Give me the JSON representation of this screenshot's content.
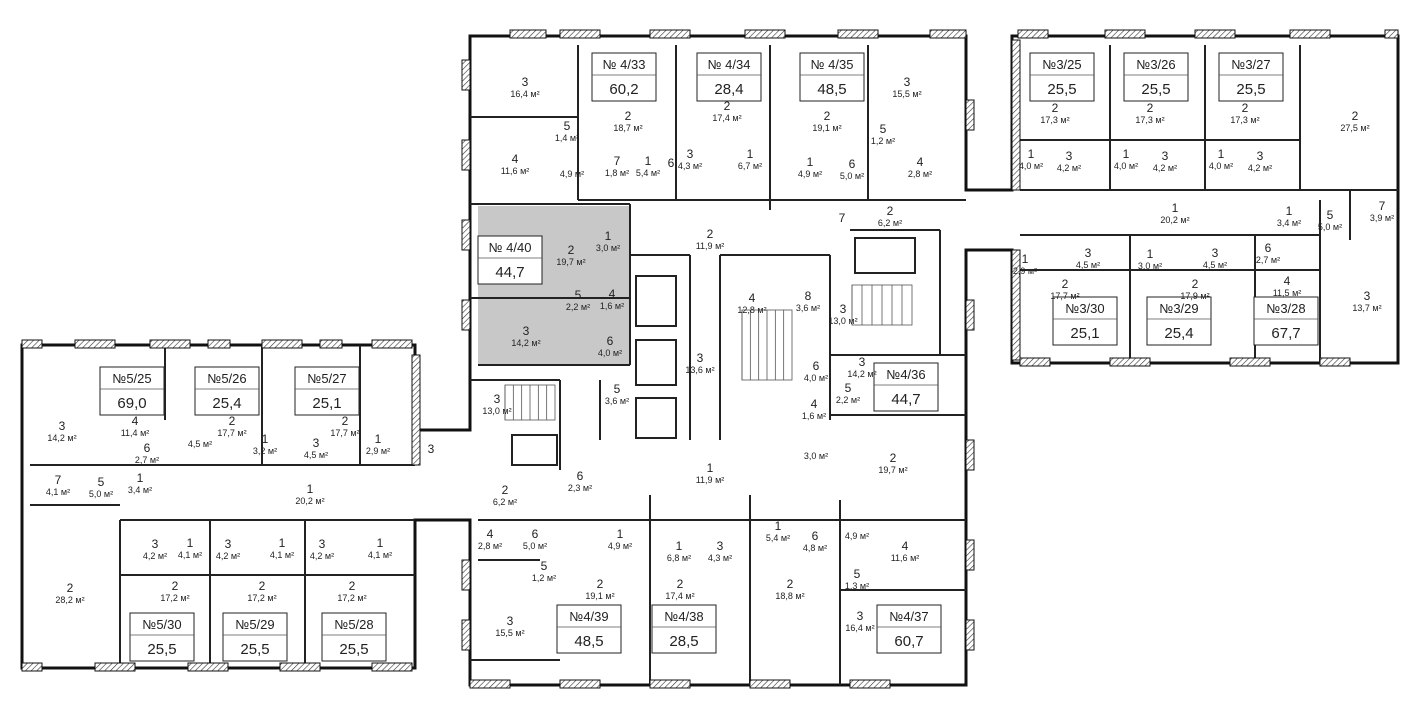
{
  "colors": {
    "highlight": "#c8c8c8",
    "walls": "#111111",
    "background": "#ffffff"
  },
  "apartments": [
    {
      "number": "№ 4/33",
      "area": "60,2"
    },
    {
      "number": "№ 4/34",
      "area": "28,4"
    },
    {
      "number": "№ 4/35",
      "area": "48,5"
    },
    {
      "number": "№ 4/40",
      "area": "44,7",
      "highlighted": true
    },
    {
      "number": "№4/36",
      "area": "44,7"
    },
    {
      "number": "№4/39",
      "area": "48,5"
    },
    {
      "number": "№4/38",
      "area": "28,5"
    },
    {
      "number": "№4/37",
      "area": "60,7"
    },
    {
      "number": "№5/25",
      "area": "69,0"
    },
    {
      "number": "№5/26",
      "area": "25,4"
    },
    {
      "number": "№5/27",
      "area": "25,1"
    },
    {
      "number": "№5/30",
      "area": "25,5"
    },
    {
      "number": "№5/29",
      "area": "25,5"
    },
    {
      "number": "№5/28",
      "area": "25,5"
    },
    {
      "number": "№3/25",
      "area": "25,5"
    },
    {
      "number": "№3/26",
      "area": "25,5"
    },
    {
      "number": "№3/27",
      "area": "25,5"
    },
    {
      "number": "№3/30",
      "area": "25,1"
    },
    {
      "number": "№3/29",
      "area": "25,4"
    },
    {
      "number": "№3/28",
      "area": "67,7"
    }
  ],
  "rooms": [
    {
      "n": "3",
      "area": "16,4 м²"
    },
    {
      "n": "4",
      "area": "11,6 м²"
    },
    {
      "n": "5",
      "area": "1,4 м²"
    },
    {
      "n": "2",
      "area": "18,7 м²"
    },
    {
      "n": "",
      "area": "4,9 м²"
    },
    {
      "n": "7",
      "area": "1,8 м²"
    },
    {
      "n": "1",
      "area": "5,4 м²"
    },
    {
      "n": "6",
      "area": ""
    },
    {
      "n": "2",
      "area": "17,4 м²"
    },
    {
      "n": "3",
      "area": "4,3 м²"
    },
    {
      "n": "1",
      "area": "6,7 м²"
    },
    {
      "n": "2",
      "area": "19,1 м²"
    },
    {
      "n": "1",
      "area": "4,9 м²"
    },
    {
      "n": "6",
      "area": "5,0 м²"
    },
    {
      "n": "3",
      "area": "15,5 м²"
    },
    {
      "n": "5",
      "area": "1,2 м²"
    },
    {
      "n": "4",
      "area": "2,8 м²"
    },
    {
      "n": "7",
      "area": ""
    },
    {
      "n": "2",
      "area": "6,2 м²"
    },
    {
      "n": "2",
      "area": "11,9 м²"
    },
    {
      "n": "2",
      "area": "19,7 м²"
    },
    {
      "n": "1",
      "area": "3,0 м²"
    },
    {
      "n": "5",
      "area": "2,2 м²"
    },
    {
      "n": "4",
      "area": "1,6 м²"
    },
    {
      "n": "3",
      "area": "14,2 м²"
    },
    {
      "n": "6",
      "area": "4,0 м²"
    },
    {
      "n": "4",
      "area": "12,8 м²"
    },
    {
      "n": "8",
      "area": "3,6 м²"
    },
    {
      "n": "3",
      "area": "13,0 м²"
    },
    {
      "n": "3",
      "area": "13,6 м²"
    },
    {
      "n": "6",
      "area": "4,0 м²"
    },
    {
      "n": "5",
      "area": "2,2 м²"
    },
    {
      "n": "4",
      "area": "1,6 м²"
    },
    {
      "n": "3",
      "area": "14,2 м²"
    },
    {
      "n": "",
      "area": "3,0 м²"
    },
    {
      "n": "2",
      "area": "19,7 м²"
    },
    {
      "n": "3",
      "area": "13,0 м²"
    },
    {
      "n": "5",
      "area": "3,6 м²"
    },
    {
      "n": "1",
      "area": "11,9 м²"
    },
    {
      "n": "2",
      "area": "6,2 м²"
    },
    {
      "n": "6",
      "area": "2,3 м²"
    },
    {
      "n": "4",
      "area": "2,8 м²"
    },
    {
      "n": "5",
      "area": "1,2 м²"
    },
    {
      "n": "6",
      "area": "5,0 м²"
    },
    {
      "n": "1",
      "area": "4,9 м²"
    },
    {
      "n": "2",
      "area": "19,1 м²"
    },
    {
      "n": "3",
      "area": "15,5 м²"
    },
    {
      "n": "1",
      "area": "6,8 м²"
    },
    {
      "n": "2",
      "area": "17,4 м²"
    },
    {
      "n": "3",
      "area": "4,3 м²"
    },
    {
      "n": "1",
      "area": "5,4 м²"
    },
    {
      "n": "6",
      "area": "4,8 м²"
    },
    {
      "n": "",
      "area": "4,9 м²"
    },
    {
      "n": "4",
      "area": "11,6 м²"
    },
    {
      "n": "5",
      "area": "1,3 м²"
    },
    {
      "n": "2",
      "area": "18,8 м²"
    },
    {
      "n": "3",
      "area": "16,4 м²"
    },
    {
      "n": "3",
      "area": "14,2 м²"
    },
    {
      "n": "4",
      "area": "11,4 м²"
    },
    {
      "n": "6",
      "area": "2,7 м²"
    },
    {
      "n": "2",
      "area": "17,7 м²"
    },
    {
      "n": "",
      "area": "4,5 м²"
    },
    {
      "n": "1",
      "area": "3,2 м²"
    },
    {
      "n": "2",
      "area": "17,7 м²"
    },
    {
      "n": "3",
      "area": "4,5 м²"
    },
    {
      "n": "1",
      "area": "2,9 м²"
    },
    {
      "n": "3",
      "area": ""
    },
    {
      "n": "7",
      "area": "4,1 м²"
    },
    {
      "n": "5",
      "area": "5,0 м²"
    },
    {
      "n": "1",
      "area": "3,4 м²"
    },
    {
      "n": "1",
      "area": "20,2 м²"
    },
    {
      "n": "3",
      "area": "4,2 м²"
    },
    {
      "n": "1",
      "area": "4,1 м²"
    },
    {
      "n": "3",
      "area": "4,2 м²"
    },
    {
      "n": "1",
      "area": "4,1 м²"
    },
    {
      "n": "3",
      "area": "4,2 м²"
    },
    {
      "n": "1",
      "area": "4,1 м²"
    },
    {
      "n": "2",
      "area": "28,2 м²"
    },
    {
      "n": "2",
      "area": "17,2 м²"
    },
    {
      "n": "2",
      "area": "17,2 м²"
    },
    {
      "n": "2",
      "area": "17,2 м²"
    },
    {
      "n": "2",
      "area": "17,3 м²"
    },
    {
      "n": "2",
      "area": "17,3 м²"
    },
    {
      "n": "2",
      "area": "17,3 м²"
    },
    {
      "n": "2",
      "area": "27,5 м²"
    },
    {
      "n": "1",
      "area": "4,0 м²"
    },
    {
      "n": "3",
      "area": "4,2 м²"
    },
    {
      "n": "1",
      "area": "4,0 м²"
    },
    {
      "n": "3",
      "area": "4,2 м²"
    },
    {
      "n": "1",
      "area": "4,0 м²"
    },
    {
      "n": "3",
      "area": "4,2 м²"
    },
    {
      "n": "1",
      "area": "20,2 м²"
    },
    {
      "n": "1",
      "area": "3,4 м²"
    },
    {
      "n": "5",
      "area": "5,0 м²"
    },
    {
      "n": "7",
      "area": "3,9 м²"
    },
    {
      "n": "1",
      "area": "2,9 м²"
    },
    {
      "n": "3",
      "area": "4,5 м²"
    },
    {
      "n": "1",
      "area": "3,0 м²"
    },
    {
      "n": "3",
      "area": "4,5 м²"
    },
    {
      "n": "6",
      "area": "2,7 м²"
    },
    {
      "n": "2",
      "area": "17,7 м²"
    },
    {
      "n": "2",
      "area": "17,9 м²"
    },
    {
      "n": "4",
      "area": "11,5 м²"
    },
    {
      "n": "3",
      "area": "13,7 м²"
    }
  ]
}
